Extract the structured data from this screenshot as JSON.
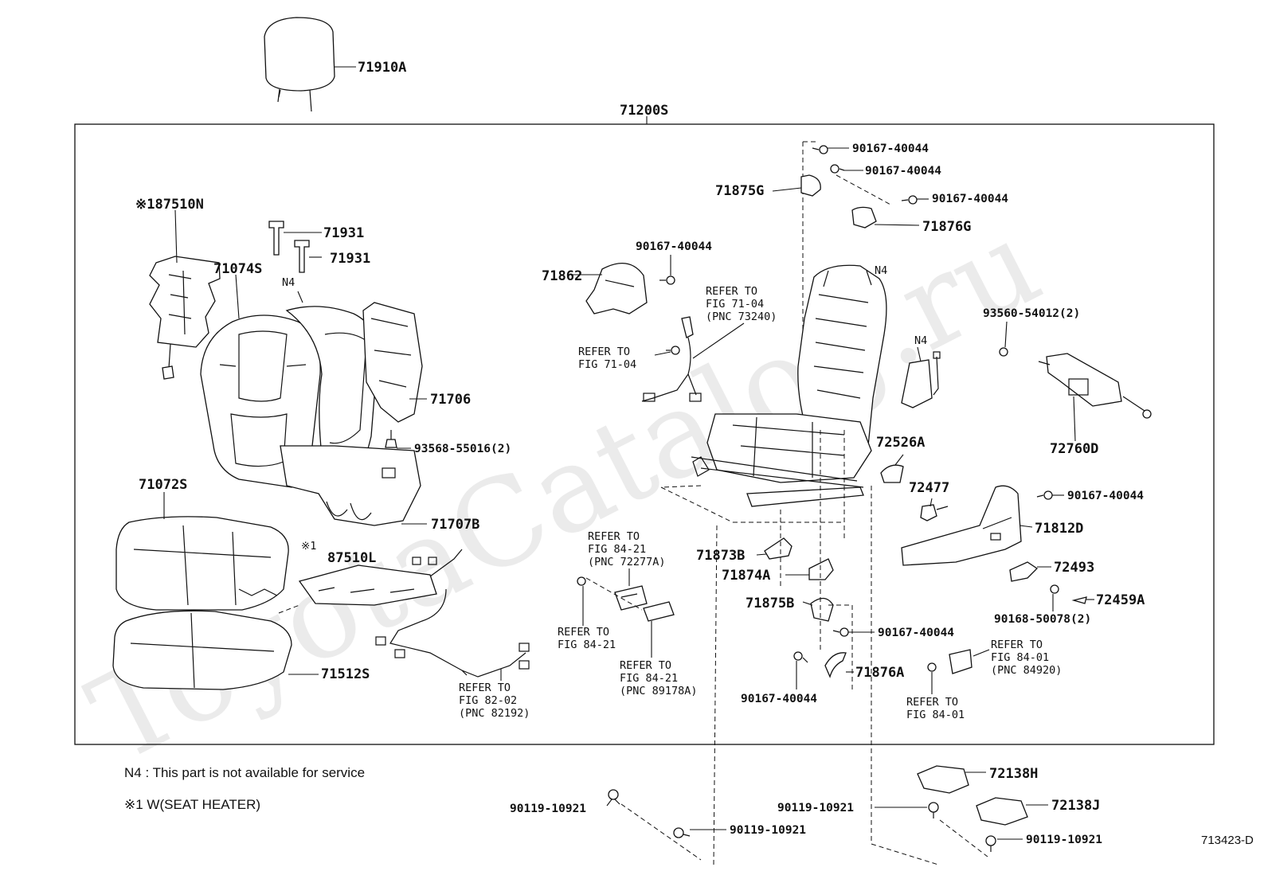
{
  "watermark": "ToyotaCatalog.ru",
  "assembly": "71200S",
  "diagram_id": "713423-D",
  "notes": {
    "n4": "N4 :  This part is not available for service",
    "star1": "※1   W(SEAT   HEATER)"
  },
  "markers": {
    "n4_left": "N4",
    "n4_frame": "N4",
    "n4_side": "N4",
    "star_87510L": "※1"
  },
  "parts": {
    "p71910A": "71910A",
    "p87510N": "※187510N",
    "p71931a": "71931",
    "p71931b": "71931",
    "p71074S": "71074S",
    "p71706": "71706",
    "p93568": "93568-55016(2)",
    "p71072S": "71072S",
    "p71707B": "71707B",
    "p87510L": "87510L",
    "p71512S": "71512S",
    "p71862": "71862",
    "p90167_a": "90167-40044",
    "p90167_b": "90167-40044",
    "p90167_c": "90167-40044",
    "p90167_d": "90167-40044",
    "p90167_e": "90167-40044",
    "p90167_f": "90167-40044",
    "p90167_g": "90167-40044",
    "p71875G": "71875G",
    "p71876G": "71876G",
    "p93560": "93560-54012(2)",
    "p72760D": "72760D",
    "p72526A": "72526A",
    "p72477": "72477",
    "p71812D": "71812D",
    "p72493": "72493",
    "p72459A": "72459A",
    "p90168": "90168-50078(2)",
    "p71873B": "71873B",
    "p71874A": "71874A",
    "p71875B": "71875B",
    "p71876A": "71876A",
    "p72138H": "72138H",
    "p72138J": "72138J",
    "p90119_a": "90119-10921",
    "p90119_b": "90119-10921",
    "p90119_c": "90119-10921",
    "p90119_d": "90119-10921"
  },
  "refs": {
    "r7104_pnc": {
      "l1": "REFER TO",
      "l2": "FIG 71-04",
      "l3": "(PNC 73240)"
    },
    "r7104": {
      "l1": "REFER TO",
      "l2": "FIG 71-04"
    },
    "r8421_a": {
      "l1": "REFER TO",
      "l2": "FIG 84-21",
      "l3": "(PNC 72277A)"
    },
    "r8421_b": {
      "l1": "REFER TO",
      "l2": "FIG 84-21"
    },
    "r8421_c": {
      "l1": "REFER TO",
      "l2": "FIG 84-21",
      "l3": "(PNC 89178A)"
    },
    "r8202": {
      "l1": "REFER TO",
      "l2": "FIG 82-02",
      "l3": "(PNC 82192)"
    },
    "r8401_a": {
      "l1": "REFER TO",
      "l2": "FIG 84-01",
      "l3": "(PNC 84920)"
    },
    "r8401_b": {
      "l1": "REFER TO",
      "l2": "FIG 84-01"
    }
  }
}
